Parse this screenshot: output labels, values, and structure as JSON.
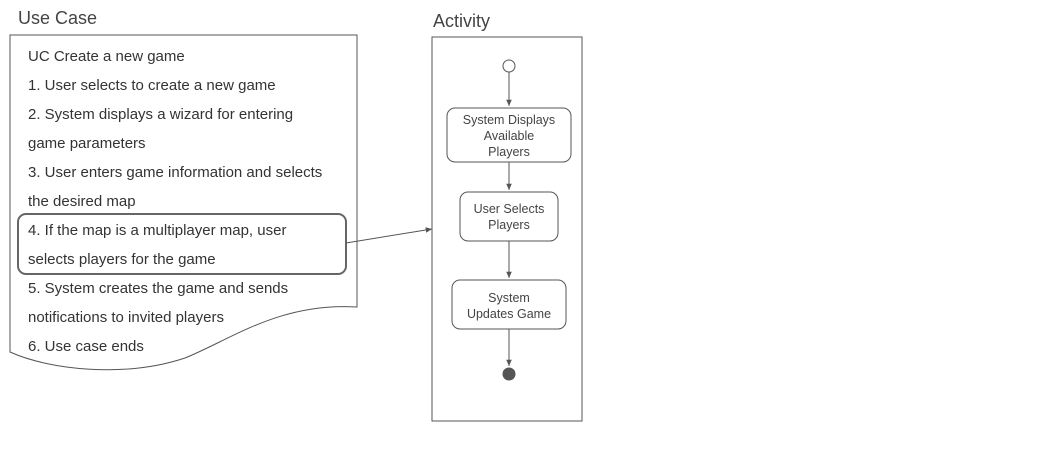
{
  "use_case": {
    "title": "Use Case",
    "lines": [
      "UC Create a new game",
      "1. User selects to create a new game",
      "2. System displays a wizard for entering",
      "game parameters",
      "3. User enters game information and selects",
      "the desired map",
      "4. If the map is a multiplayer map, user",
      "selects players for the game",
      "5. System creates the game and sends",
      "notifications to invited players",
      "6. Use case ends"
    ]
  },
  "activity": {
    "title": "Activity",
    "nodes": [
      {
        "label_lines": [
          "System Displays",
          "Available",
          "Players"
        ]
      },
      {
        "label_lines": [
          "User Selects",
          "Players"
        ]
      },
      {
        "label_lines": [
          "System",
          "Updates Game"
        ]
      }
    ]
  },
  "colors": {
    "stroke": "#555555",
    "final_node": "#555555",
    "text": "#333333"
  }
}
